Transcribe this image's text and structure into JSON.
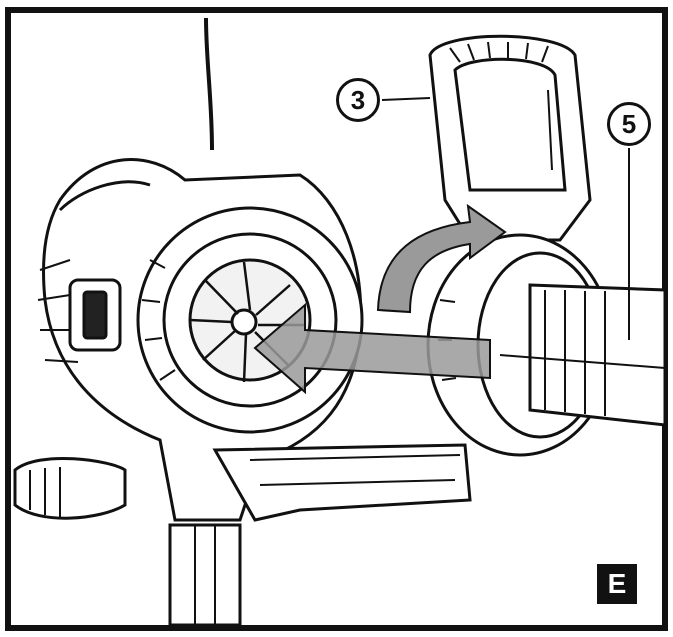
{
  "figure": {
    "callouts": [
      {
        "id": "3",
        "label": "3"
      },
      {
        "id": "5",
        "label": "5"
      }
    ],
    "badge": "E"
  },
  "colors": {
    "line": "#111111",
    "arrow_fill": "#9a9a9a",
    "shade": "#d6d6d6",
    "background": "#ffffff"
  },
  "icons": {
    "rotate": "curved-rotation-arrow-icon",
    "insert": "insertion-arrow-icon"
  }
}
